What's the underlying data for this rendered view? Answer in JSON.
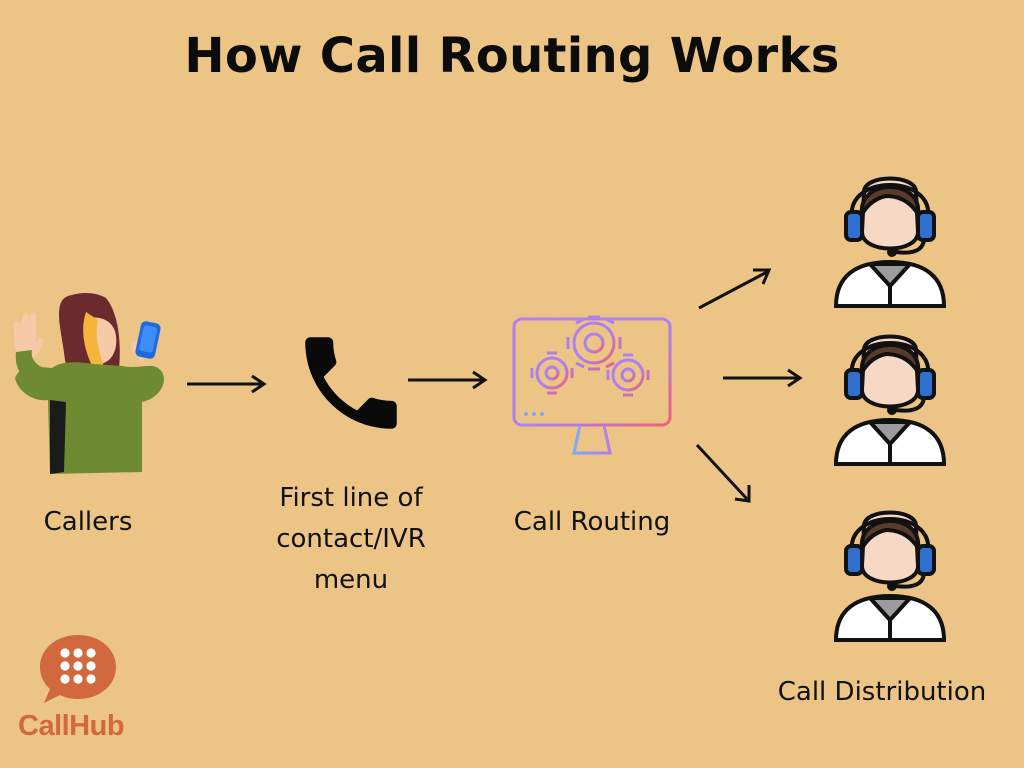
{
  "title": "How Call Routing Works",
  "steps": [
    {
      "label": "Callers",
      "icon": "waving-caller-with-phone-icon"
    },
    {
      "label": "First line of contact/IVR menu",
      "icon": "telephone-handset-icon"
    },
    {
      "label": "Call Routing",
      "icon": "monitor-gears-icon"
    },
    {
      "label": "Call Distribution",
      "icon": "call-center-agent-icon"
    }
  ],
  "brand": {
    "name": "CallHub",
    "color": "#D2683E",
    "icon": "speech-bubble-keypad-icon"
  },
  "colors": {
    "background": "#ECC586",
    "text": "#111111",
    "headset": "#2F6FD0",
    "caller_sweater": "#6E8B32",
    "routing_gradient_start": "#B57CF0",
    "routing_gradient_end": "#F05F7A"
  }
}
